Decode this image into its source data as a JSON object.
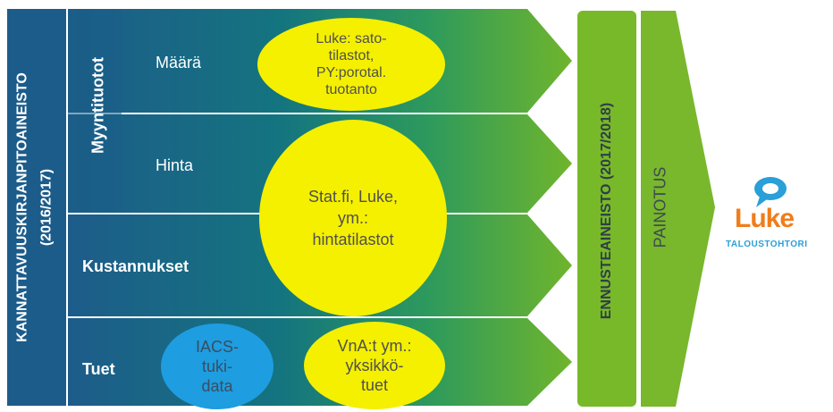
{
  "left_column": {
    "line1": "KANNATTAVUUSKIRJANPITOAINEISTO",
    "line2": "(2016/2017)"
  },
  "group_label": "Myyntituotot",
  "rows": {
    "maara": "Määrä",
    "hinta": "Hinta",
    "kustannukset": "Kustannukset",
    "tuet": "Tuet"
  },
  "ovals": {
    "luke_sato": [
      "Luke: sato-",
      "tilastot,",
      "PY:porotal.",
      "tuotanto"
    ],
    "statfi": [
      "Stat.fi, Luke,",
      "ym.:",
      "hintatilastot"
    ],
    "iacs": [
      "IACS-",
      "tuki-",
      "data"
    ],
    "vna": [
      "VnA:t ym.:",
      "yksikkö-",
      "tuet"
    ]
  },
  "ennuste": "ENNUSTEAINEISTO (2017/2018)",
  "painotus": "PAINOTUS",
  "logo": {
    "name": "Luke",
    "subtitle": "TALOUSTOHTORI"
  },
  "colors": {
    "dark_blue": "#1c5e8a",
    "teal": "#0f8c86",
    "green": "#77b829",
    "yellow": "#f4f000",
    "blue_oval": "#1e9de0",
    "logo_orange": "#f07d1b",
    "logo_blue": "#2a9fd8"
  }
}
